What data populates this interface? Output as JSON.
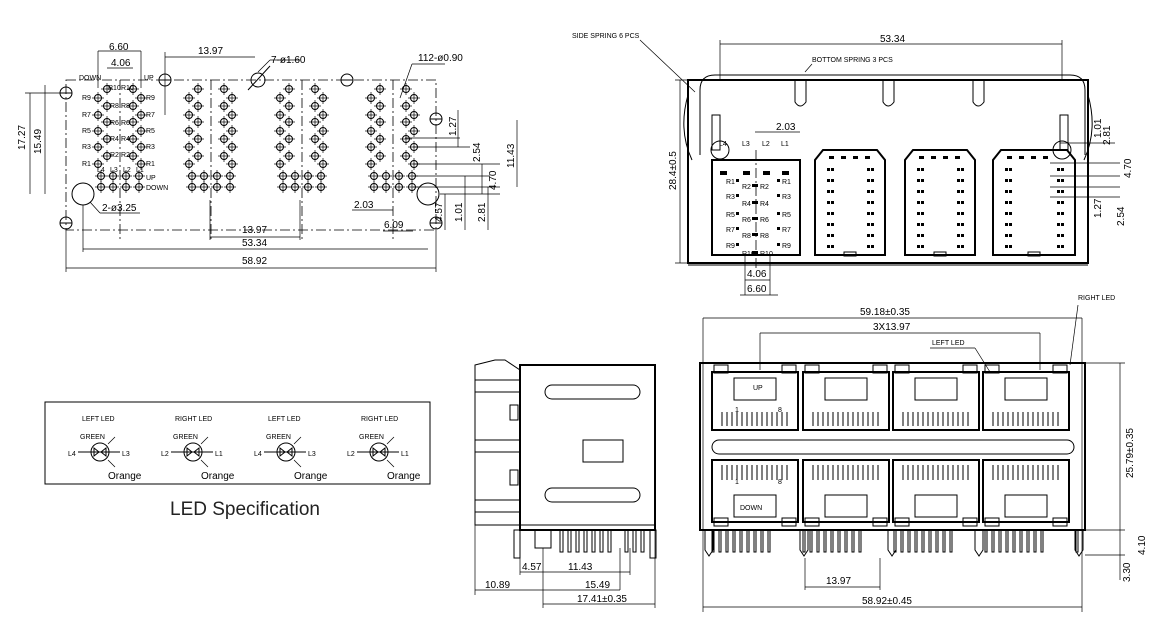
{
  "footprint": {
    "dim_660": "6.60",
    "dim_406": "4.06",
    "down": "DOWN",
    "up": "UP",
    "dim_1397_top": "13.97",
    "holes_7": "7-ø1.60",
    "holes_112": "112-ø0.90",
    "dim_1727": "17.27",
    "dim_1549": "15.49",
    "pin_labels": [
      "R10",
      "R10",
      "R9",
      "R9",
      "R8",
      "R8",
      "R7",
      "R7",
      "R6",
      "R6",
      "R5",
      "R5",
      "R4",
      "R4",
      "R3",
      "R3",
      "R2",
      "R2",
      "R1",
      "R1"
    ],
    "led_labels": [
      "L4",
      "L3",
      "L2",
      "L1"
    ],
    "up2": "UP",
    "down2": "DOWN",
    "holes_2": "2-ø3.25",
    "dim_127": "1.27",
    "dim_254": "2.54",
    "dim_1143": "11.43",
    "dim_470": "4.70",
    "dim_203": "2.03",
    "dim_609": "6.09",
    "dim_457": "4.57",
    "dim_101": "1.01",
    "dim_281": "2.81",
    "dim_1397_bottom": "13.97",
    "dim_5334": "53.34",
    "dim_5892": "58.92"
  },
  "front_top": {
    "side_spring": "SIDE SPRING 6 PCS",
    "dim_5334": "53.34",
    "bottom_spring": "BOTTOM SPRING 3 PCS",
    "dim_height": "28.4±0.5",
    "dim_203": "2.03",
    "dim_101": "1.01",
    "dim_281": "2.81",
    "dim_470": "4.70",
    "dim_127": "1.27",
    "dim_254": "2.54",
    "dim_406": "4.06",
    "dim_660": "6.60",
    "led_labels": [
      "L4",
      "L3",
      "L2",
      "L1"
    ],
    "pin_labels": [
      "R1",
      "R1",
      "R2",
      "R2",
      "R3",
      "R3",
      "R4",
      "R4",
      "R5",
      "R5",
      "R6",
      "R6",
      "R7",
      "R7",
      "R8",
      "R8",
      "R9",
      "R9",
      "R10",
      "R10"
    ]
  },
  "led_spec": {
    "title": "LED Specification",
    "items": [
      {
        "title": "LEFT LED",
        "color1": "GREEN",
        "color2": "Orange",
        "left": "L4",
        "right": "L3"
      },
      {
        "title": "RIGHT LED",
        "color1": "GREEN",
        "color2": "Orange",
        "left": "L2",
        "right": "L1"
      },
      {
        "title": "LEFT LED",
        "color1": "GREEN",
        "color2": "Orange",
        "left": "L4",
        "right": "L3"
      },
      {
        "title": "RIGHT LED",
        "color1": "GREEN",
        "color2": "Orange",
        "left": "L2",
        "right": "L1"
      }
    ]
  },
  "side_view": {
    "dim_457": "4.57",
    "dim_1143": "11.43",
    "dim_1089": "10.89",
    "dim_1549": "15.49",
    "dim_1741": "17.41±0.35"
  },
  "front_bottom": {
    "right_led": "RIGHT LED",
    "dim_5918": "59.18±0.35",
    "dim_3x": "3X13.97",
    "left_led": "LEFT LED",
    "up": "UP",
    "down": "DOWN",
    "pin1": "1",
    "pin8": "8",
    "pin1b": "1",
    "pin8b": "8",
    "dim_2579": "25.79±0.35",
    "dim_410": "4.10",
    "dim_330": "3.30",
    "dim_1397": "13.97",
    "dim_5892": "58.92±0.45"
  }
}
